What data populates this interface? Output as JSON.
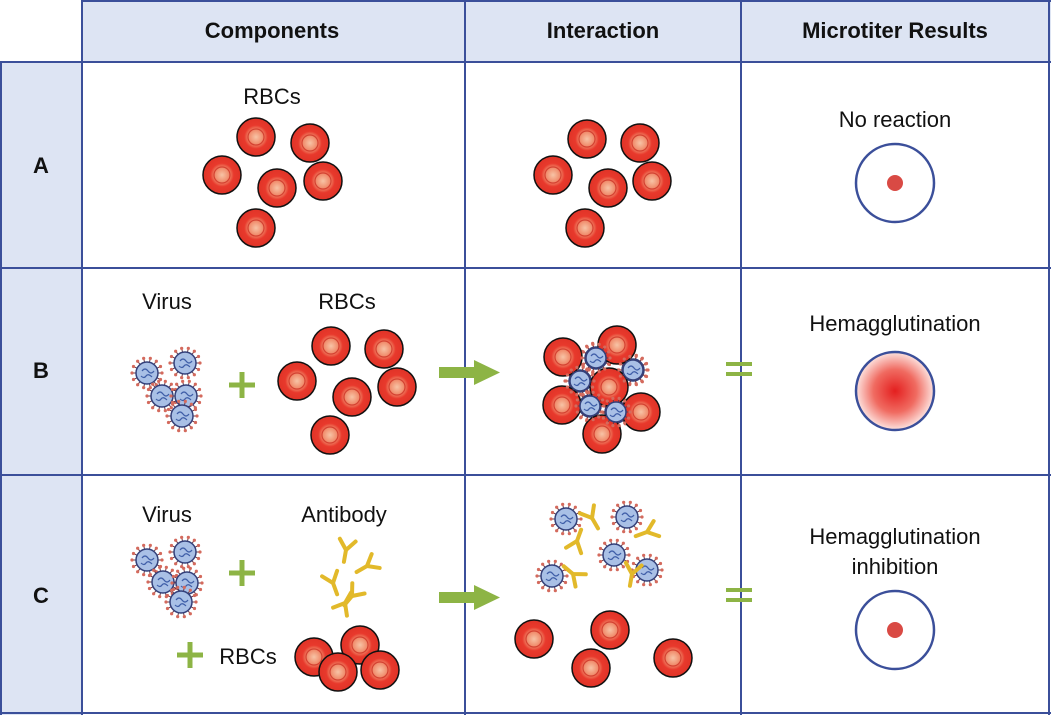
{
  "header": {
    "components": "Components",
    "interaction": "Interaction",
    "results": "Microtiter Results"
  },
  "rows": [
    {
      "label": "A",
      "components": {
        "rbcs": "RBCs"
      },
      "result": {
        "line1": "No reaction",
        "line2": ""
      }
    },
    {
      "label": "B",
      "components": {
        "virus": "Virus",
        "rbcs": "RBCs"
      },
      "result": {
        "line1": "Hemagglutination",
        "line2": ""
      }
    },
    {
      "label": "C",
      "components": {
        "virus": "Virus",
        "antibody": "Antibody",
        "rbcs": "RBCs"
      },
      "result": {
        "line1": "Hemagglutination",
        "line2": "inhibition"
      }
    }
  ],
  "colors": {
    "header_fill": "#dde4f3",
    "grid_line": "#3b4f9a",
    "rbc_fill": "#e8392c",
    "rbc_center": "#f6a07c",
    "virus_fill": "#a9c0e6",
    "virus_spike": "#d46a5d",
    "antibody": "#e2b92a",
    "plus_arrow": "#8db445",
    "well_dot": "#d94a44"
  },
  "icons": [
    "rbc-icon",
    "virus-icon",
    "antibody-icon",
    "plus-icon",
    "arrow-icon",
    "equals-icon",
    "microtiter-well-icon"
  ]
}
